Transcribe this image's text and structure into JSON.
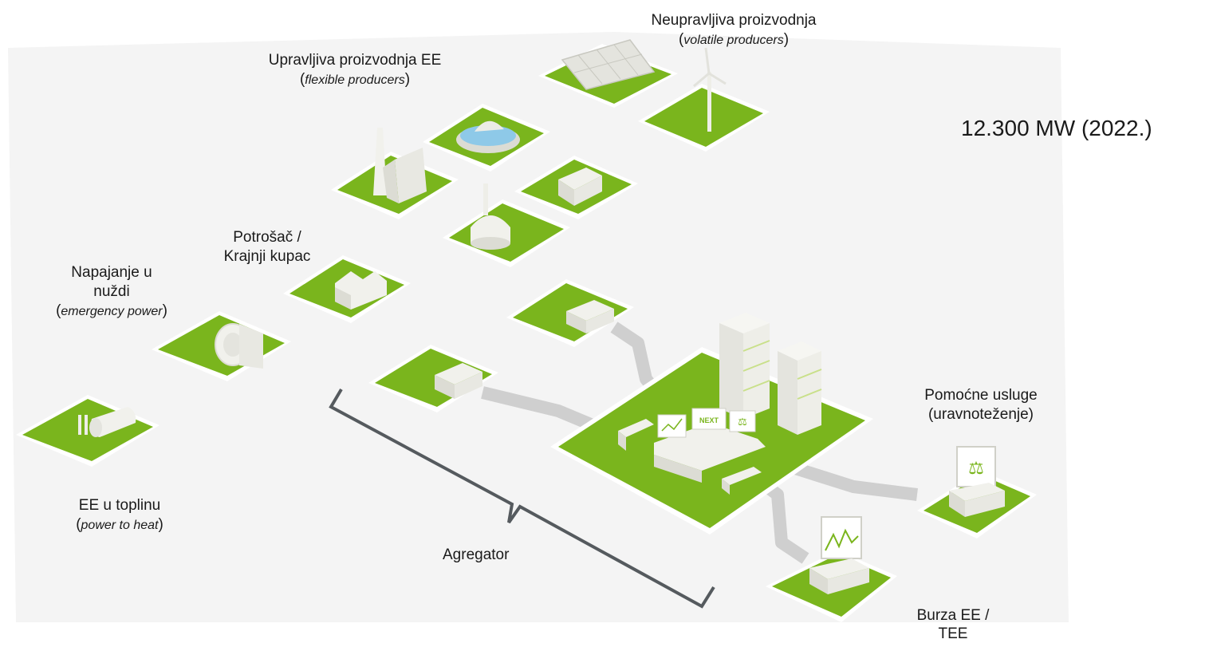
{
  "labels": {
    "volatile": {
      "line1": "Neupravljiva proizvodnja",
      "line2_italic": "volatile producers"
    },
    "flexible": {
      "line1": "Upravljiva proizvodnja EE",
      "line2_italic": "flexible producers"
    },
    "capacity": "12.300 MW (2022.)",
    "consumer": {
      "line1": "Potrošač /",
      "line2": "Krajnji kupac"
    },
    "emergency": {
      "line1": "Napajanje u",
      "line2": "nuždi",
      "line3_italic": "emergency power"
    },
    "power_to_heat": {
      "line1": "EE u toplinu",
      "line2_italic": "power to heat"
    },
    "aggregator": "Agregator",
    "ancillary": {
      "line1": "Pomoćne usluge",
      "line2": "(uravnoteženje)"
    },
    "exchange": {
      "line1": "Burza EE /",
      "line2": "TEE"
    },
    "center_sign": "NEXT"
  },
  "colors": {
    "tile_green": "#7ab51d",
    "tile_edge": "#ffffff",
    "building": "#f1f1ec",
    "building_shade": "#dcdcd4",
    "building_dark": "#c9c9c0",
    "cable": "#c8c8c8",
    "bracket": "#555a5e",
    "ground": "#f3f3f3"
  }
}
